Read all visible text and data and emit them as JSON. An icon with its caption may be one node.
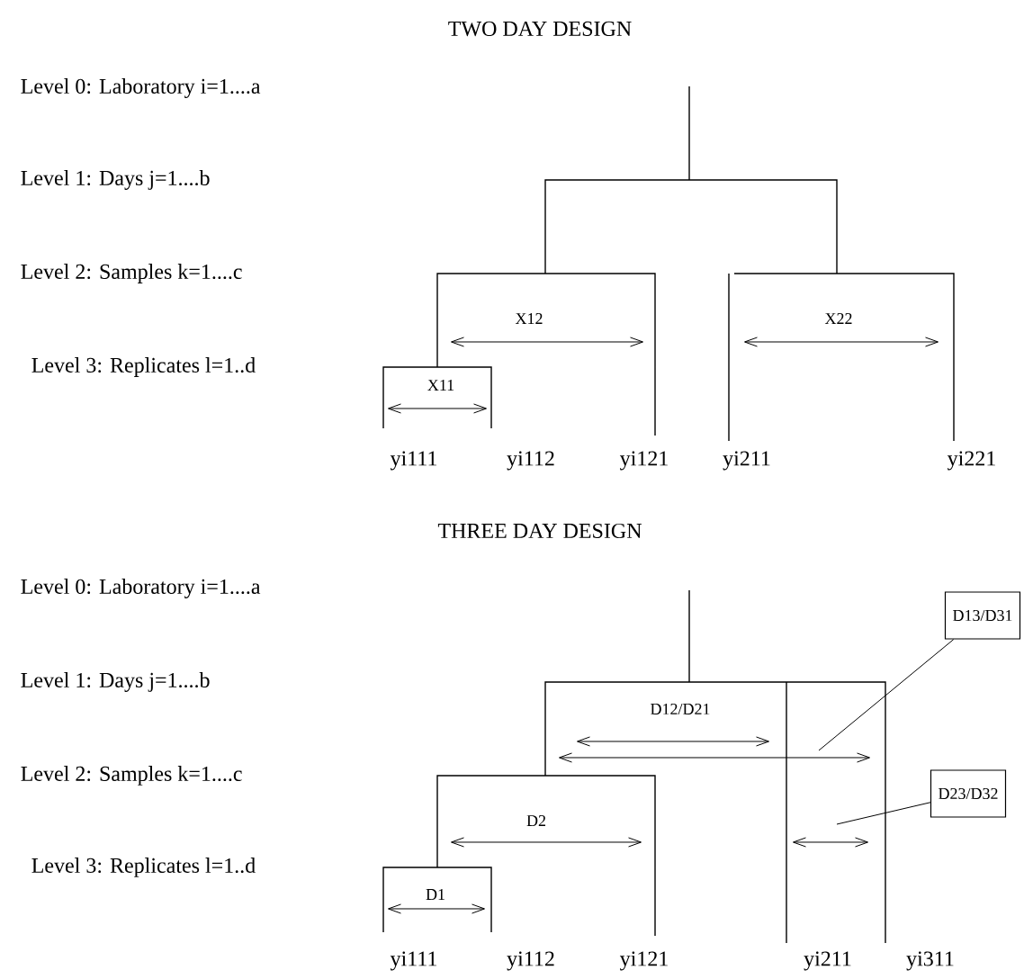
{
  "diagram": {
    "nodes": [
      {
        "text": [
          "D13/D31"
        ]
      },
      {
        "text": [
          "D23/D32"
        ]
      }
    ],
    "edges": [
      {
        "from": 0,
        "to": null,
        "arrow": "none"
      },
      {
        "from": 1,
        "to": null,
        "arrow": "none"
      }
    ],
    "labels": [
      "TWO DAY DESIGN",
      "Level 0: Laboratory i=1....a",
      "Level 1: Days j=1....b",
      "Level 2: Samples k=1....c",
      "Level 3: Replicates l=1..d",
      "X12",
      "X22",
      "X11",
      "yi111",
      "yi112",
      "yi121",
      "yi211",
      "yi221",
      "THREE DAY DESIGN",
      "Level 0: Laboratory i=1....a",
      "Level 1: Days j=1....b",
      "Level 2: Samples k=1....c",
      "Level 3: Replicates l=1..d",
      "D12/D21",
      "D2",
      "D1",
      "yi111",
      "yi112",
      "yi121",
      "yi211",
      "yi311"
    ]
  }
}
